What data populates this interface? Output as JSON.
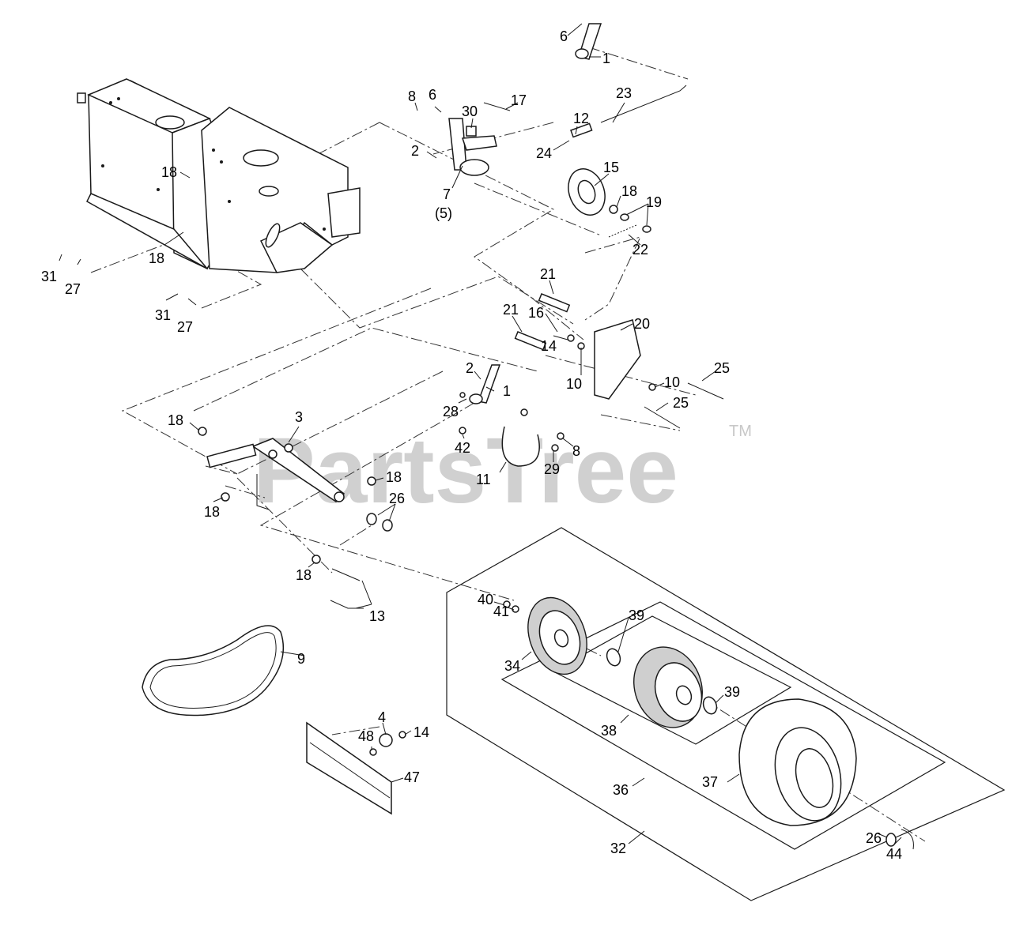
{
  "watermark": {
    "text": "PartsTree",
    "trademark": "TM"
  },
  "callouts": {
    "c1a": "1",
    "c1b": "1",
    "c2a": "2",
    "c2b": "2",
    "c3": "3",
    "c4": "4",
    "c5": "(5)",
    "c6a": "6",
    "c6b": "6",
    "c7": "7",
    "c8a": "8",
    "c8b": "8",
    "c9": "9",
    "c10a": "10",
    "c10b": "10",
    "c11": "11",
    "c12": "12",
    "c13": "13",
    "c14a": "14",
    "c14b": "14",
    "c15": "15",
    "c16": "16",
    "c17": "17",
    "c18a": "18",
    "c18b": "18",
    "c18c": "18",
    "c18d": "18",
    "c18e": "18",
    "c18f": "18",
    "c18g": "18",
    "c19": "19",
    "c20": "20",
    "c21a": "21",
    "c21b": "21",
    "c22": "22",
    "c23": "23",
    "c24": "24",
    "c25a": "25",
    "c25b": "25",
    "c26a": "26",
    "c26b": "26",
    "c27a": "27",
    "c27b": "27",
    "c28": "28",
    "c29": "29",
    "c30": "30",
    "c31a": "31",
    "c31b": "31",
    "c32": "32",
    "c34": "34",
    "c36": "36",
    "c37": "37",
    "c38": "38",
    "c39a": "39",
    "c39b": "39",
    "c40": "40",
    "c41": "41",
    "c42": "42",
    "c44": "44",
    "c47": "47",
    "c48": "48"
  }
}
